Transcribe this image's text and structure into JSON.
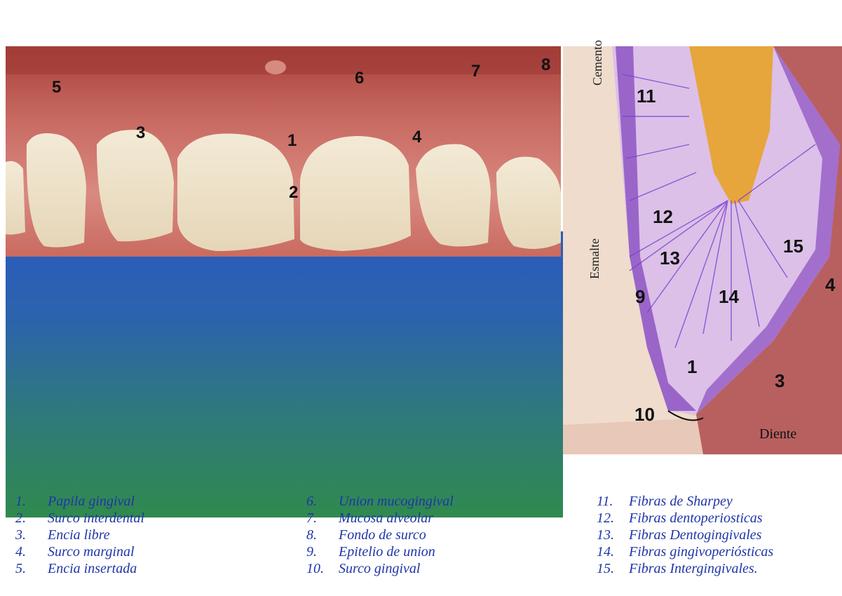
{
  "photo_labels": [
    "5",
    "3",
    "1",
    "2",
    "6",
    "4",
    "7",
    "8"
  ],
  "histology_labels": [
    "11",
    "12",
    "13",
    "15",
    "9",
    "14",
    "4",
    "1",
    "3",
    "10"
  ],
  "histology_side_labels": {
    "top": "Cemento",
    "middle": "Esmalte",
    "bottom_right": "Diente"
  },
  "legend": {
    "col1": [
      {
        "n": "1.",
        "t": "Papila gingival"
      },
      {
        "n": "2.",
        "t": "Surco interdental"
      },
      {
        "n": "3.",
        "t": "Encia libre"
      },
      {
        "n": "4.",
        "t": "Surco marginal"
      },
      {
        "n": "5.",
        "t": "Encia insertada"
      }
    ],
    "col2": [
      {
        "n": "6.",
        "t": "Union mucogingival"
      },
      {
        "n": "7.",
        "t": "Mucosa alveolar"
      },
      {
        "n": "8.",
        "t": "Fondo de surco"
      },
      {
        "n": "9.",
        "t": "Epitelio de union"
      },
      {
        "n": "10.",
        "t": "Surco gingival"
      }
    ],
    "col3": [
      {
        "n": "11.",
        "t": "Fibras de Sharpey"
      },
      {
        "n": "12.",
        "t": "Fibras dentoperiosticas"
      },
      {
        "n": "13.",
        "t": "Fibras Dentogingivales"
      },
      {
        "n": "14.",
        "t": "Fibras gingivoperiósticas"
      },
      {
        "n": "15.",
        "t": "Fibras Intergingivales."
      }
    ]
  },
  "colors": {
    "legend_text": "#1f35a8",
    "gum": "#c8605a",
    "tooth": "#efe3cc",
    "histo_purple": "#9b5fc9",
    "bone": "#e6a63c"
  }
}
